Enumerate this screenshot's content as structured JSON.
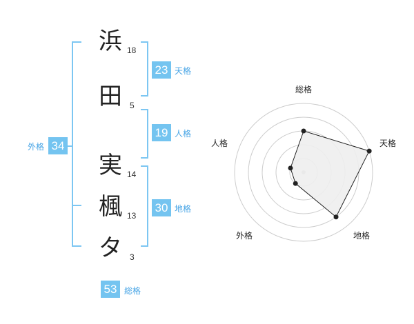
{
  "name": {
    "characters": [
      {
        "char": "浜",
        "strokes": "18"
      },
      {
        "char": "田",
        "strokes": "5"
      },
      {
        "char": "実",
        "strokes": "14"
      },
      {
        "char": "楓",
        "strokes": "13"
      },
      {
        "char": "タ",
        "strokes": "3"
      }
    ]
  },
  "fortunes": {
    "tenkaku": {
      "label": "天格",
      "value": "23"
    },
    "jinkaku": {
      "label": "人格",
      "value": "19"
    },
    "chikaku": {
      "label": "地格",
      "value": "30"
    },
    "gaikaku": {
      "label": "外格",
      "value": "34"
    },
    "soukaku": {
      "label": "総格",
      "value": "53"
    }
  },
  "radar": {
    "axes": [
      "総格",
      "天格",
      "地格",
      "外格",
      "人格"
    ],
    "levels": [
      3,
      5,
      4,
      1,
      1
    ],
    "max_level": 5,
    "fill_color": "#eeeeee",
    "line_color": "#222222",
    "ring_color": "#cccccc"
  },
  "colors": {
    "accent": "#74c4f0",
    "label": "#4aa6e6",
    "bracket": "#7cc6f2"
  }
}
